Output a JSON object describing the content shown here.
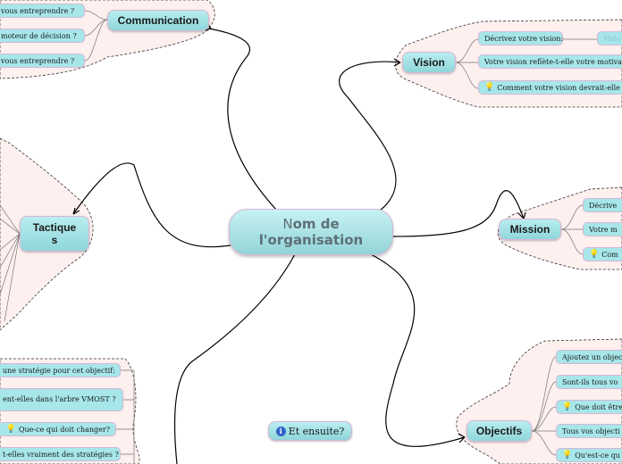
{
  "central": {
    "first_letter": "N",
    "rest_line1": "om de",
    "line2": "l'organisation"
  },
  "branches": {
    "communication": {
      "label": "Communication",
      "items": [
        "vous entreprendre ?",
        "moteur de décision ?",
        "vous entreprendre ?"
      ]
    },
    "vision": {
      "label": "Vision",
      "items": [
        "Décrivez votre vision:",
        "Votre vision reflète-t-elle votre motiva",
        "Comment votre vision devrait-elle"
      ],
      "child": "Visio"
    },
    "mission": {
      "label": "Mission",
      "items": [
        "Décrive",
        "Votre m",
        "Com"
      ]
    },
    "tactiques": {
      "label": "Tactiques"
    },
    "objectifs": {
      "label": "Objectifs",
      "items": [
        "Ajoutez un objec",
        "Sont-ils tous vo",
        "Que doit  être",
        "Tous vos objecti",
        "Qu'est-ce qu"
      ]
    },
    "strategies": {
      "items": [
        "une stratégie pour cet objectif:",
        "ent-elles dans l'arbre VMOST ?",
        "Que-ce qui doit  changer?",
        "t-elles vraiment des stratégies ?"
      ]
    }
  },
  "floating": {
    "label": "Et ensuite?"
  },
  "colors": {
    "node": "#a7e7ea",
    "border": "#d7b6d7",
    "region_fill": "#fdf0ee",
    "line": "#000000"
  }
}
